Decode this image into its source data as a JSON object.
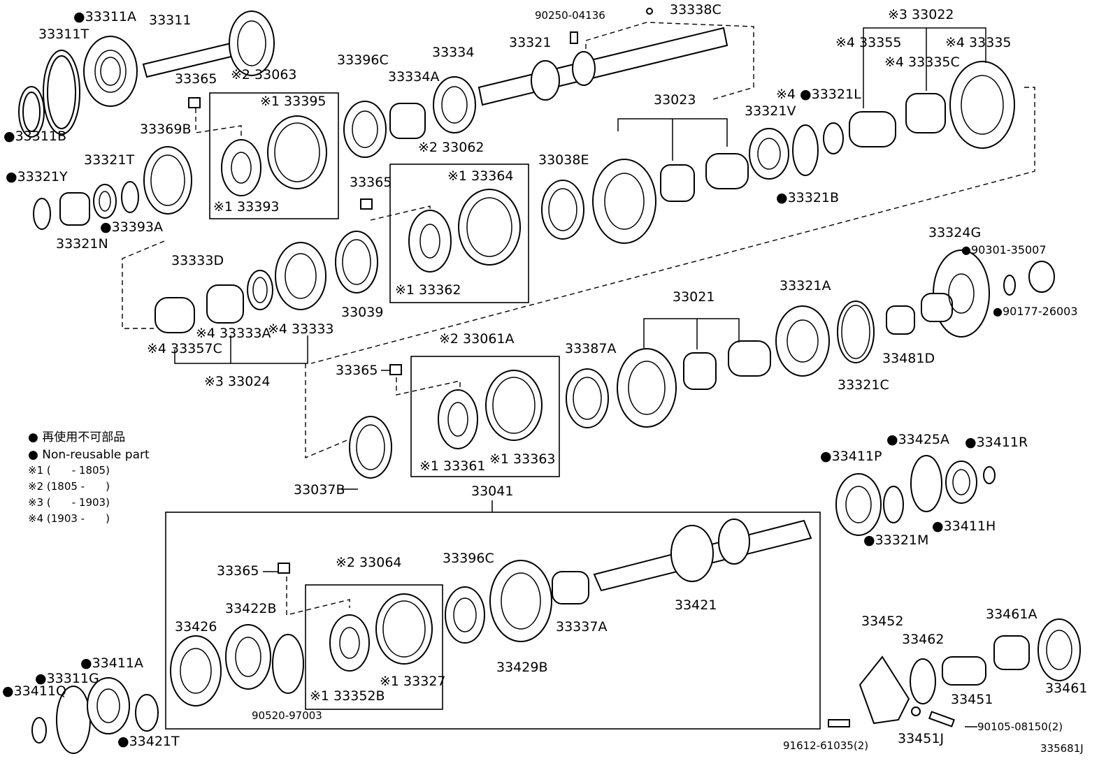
{
  "diagram_code": "335681J",
  "legend": {
    "bullet": "●",
    "jp": "再使用不可部品",
    "en": "Non-reusable part",
    "notes": [
      "※1 (　　- 1805)",
      "※2 (1805 -　　)",
      "※3 (　　- 1903)",
      "※4 (1903 -　　)"
    ]
  },
  "labels": [
    {
      "id": "p1",
      "text": "33311"
    },
    {
      "id": "p2",
      "text": "●33311A"
    },
    {
      "id": "p3",
      "text": "33311T"
    },
    {
      "id": "p4",
      "text": "●33311B"
    },
    {
      "id": "p5",
      "text": "33365"
    },
    {
      "id": "p6",
      "text": "※2 33063"
    },
    {
      "id": "p7",
      "text": "※1 33395"
    },
    {
      "id": "p8",
      "text": "33369B"
    },
    {
      "id": "p9",
      "text": "●33321Y"
    },
    {
      "id": "p10",
      "text": "33321T"
    },
    {
      "id": "p11",
      "text": "●33393A"
    },
    {
      "id": "p12",
      "text": "33321N"
    },
    {
      "id": "p13",
      "text": "※1 33393"
    },
    {
      "id": "p14",
      "text": "33396C"
    },
    {
      "id": "p15",
      "text": "33334A"
    },
    {
      "id": "p16",
      "text": "33334"
    },
    {
      "id": "p17",
      "text": "33321"
    },
    {
      "id": "p18",
      "text": "90250-04136"
    },
    {
      "id": "p19",
      "text": "33338C"
    },
    {
      "id": "p20",
      "text": "※3 33022"
    },
    {
      "id": "p21",
      "text": "※4 33355"
    },
    {
      "id": "p22",
      "text": "※4 33335"
    },
    {
      "id": "p23",
      "text": "※4 33335C"
    },
    {
      "id": "p24",
      "text": "33023"
    },
    {
      "id": "p25",
      "text": "※4 ●33321L"
    },
    {
      "id": "p26",
      "text": "33321V"
    },
    {
      "id": "p27",
      "text": "●33321B"
    },
    {
      "id": "p28",
      "text": "※2 33062"
    },
    {
      "id": "p29",
      "text": "※1 33364"
    },
    {
      "id": "p30",
      "text": "33365"
    },
    {
      "id": "p31",
      "text": "33038E"
    },
    {
      "id": "p32",
      "text": "※1 33362"
    },
    {
      "id": "p33",
      "text": "33333D"
    },
    {
      "id": "p34",
      "text": "※4 33333A"
    },
    {
      "id": "p35",
      "text": "※4 33333"
    },
    {
      "id": "p36",
      "text": "※4 33357C"
    },
    {
      "id": "p37",
      "text": "※3 33024"
    },
    {
      "id": "p38",
      "text": "33039"
    },
    {
      "id": "p39",
      "text": "33324G"
    },
    {
      "id": "p40",
      "text": "●90301-35007"
    },
    {
      "id": "p41",
      "text": "●90177-26003"
    },
    {
      "id": "p42",
      "text": "33021"
    },
    {
      "id": "p43",
      "text": "33321A"
    },
    {
      "id": "p44",
      "text": "33481D"
    },
    {
      "id": "p45",
      "text": "33321C"
    },
    {
      "id": "p46",
      "text": "※2 33061A"
    },
    {
      "id": "p47",
      "text": "33387A"
    },
    {
      "id": "p48",
      "text": "33365"
    },
    {
      "id": "p49",
      "text": "※1 33361"
    },
    {
      "id": "p50",
      "text": "※1 33363"
    },
    {
      "id": "p51",
      "text": "33037B"
    },
    {
      "id": "p52",
      "text": "●33425A"
    },
    {
      "id": "p53",
      "text": "●33411R"
    },
    {
      "id": "p54",
      "text": "●33411P"
    },
    {
      "id": "p55",
      "text": "●33321M"
    },
    {
      "id": "p56",
      "text": "●33411H"
    },
    {
      "id": "p57",
      "text": "33041"
    },
    {
      "id": "p58",
      "text": "33365"
    },
    {
      "id": "p59",
      "text": "※2 33064"
    },
    {
      "id": "p60",
      "text": "33396C"
    },
    {
      "id": "p61",
      "text": "33422B"
    },
    {
      "id": "p62",
      "text": "33426"
    },
    {
      "id": "p63",
      "text": "33337A"
    },
    {
      "id": "p64",
      "text": "33421"
    },
    {
      "id": "p65",
      "text": "33429B"
    },
    {
      "id": "p66",
      "text": "※1 33327"
    },
    {
      "id": "p67",
      "text": "※1 33352B"
    },
    {
      "id": "p68",
      "text": "90520-97003"
    },
    {
      "id": "p69",
      "text": "●33411A"
    },
    {
      "id": "p70",
      "text": "●33311G"
    },
    {
      "id": "p71",
      "text": "●33411Q"
    },
    {
      "id": "p72",
      "text": "●33421T"
    },
    {
      "id": "p73",
      "text": "33452"
    },
    {
      "id": "p74",
      "text": "33462"
    },
    {
      "id": "p75",
      "text": "33461A"
    },
    {
      "id": "p76",
      "text": "33451"
    },
    {
      "id": "p77",
      "text": "33461"
    },
    {
      "id": "p78",
      "text": "33451J"
    },
    {
      "id": "p79",
      "text": "91612-61035(2)"
    },
    {
      "id": "p80",
      "text": "90105-08150(2)"
    }
  ]
}
